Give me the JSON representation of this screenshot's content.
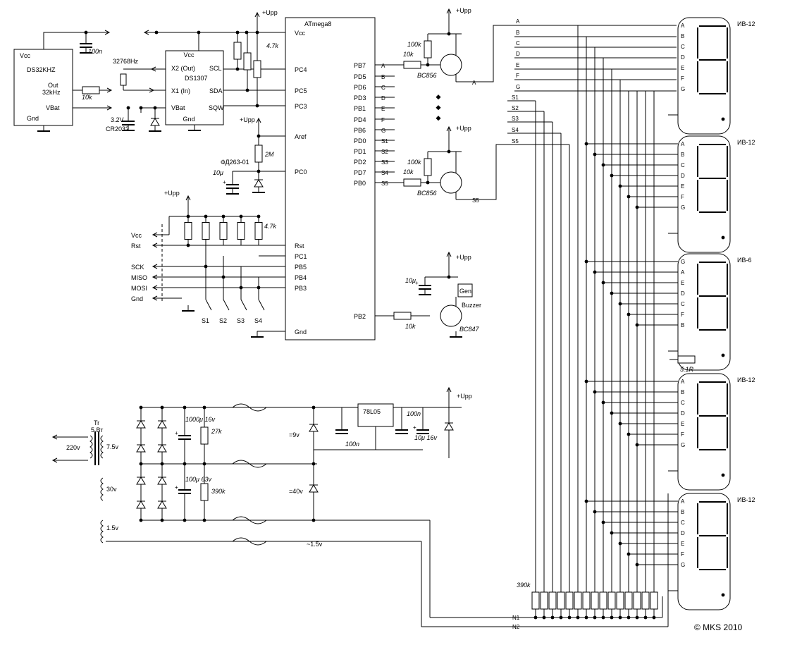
{
  "rtc_osc": {
    "chip": "DS32KHZ",
    "vcc": "Vcc",
    "out": "Out",
    "out2": "32kHz",
    "vbat": "VBat",
    "gnd": "Gnd"
  },
  "rtc": {
    "chip": "DS1307",
    "vcc": "Vcc",
    "x2": "X2 (Out)",
    "x1": "X1 (In)",
    "vbat": "VBat",
    "gnd": "Gnd",
    "scl": "SCL",
    "sda": "SDA",
    "sqw": "SQW"
  },
  "mcu": {
    "chip": "ATmega8",
    "left_pins": [
      "Vcc",
      "PC4",
      "PC5",
      "PC3",
      "Aref",
      "PC0",
      "Rst",
      "PC1",
      "PB5",
      "PB4",
      "PB3",
      "Gnd"
    ],
    "right_pins": [
      "PB7",
      "PD5",
      "PD6",
      "PD3",
      "PB1",
      "PD4",
      "PB6",
      "PD0",
      "PD1",
      "PD2",
      "PD7",
      "PB0",
      "PB2"
    ],
    "right_nets": [
      "A",
      "B",
      "C",
      "D",
      "E",
      "F",
      "G",
      "S1",
      "S2",
      "S3",
      "S4",
      "S5"
    ]
  },
  "labels": {
    "upp": "+Upp",
    "cap100n": "100n",
    "res10k": "10k",
    "res47k": "4.7k",
    "crystal": "32768Hz",
    "battery_v": "3.2V",
    "battery": "CR2032",
    "photo": "ФД263-01",
    "res2m": "2M",
    "cap10u": "10μ",
    "q": "BC856",
    "q_buzz": "BC847",
    "res100k": "100k",
    "gen": "Gen",
    "buzzer": "Buzzer",
    "net_a": "A",
    "net_s5": "S5",
    "res51": "5.1R",
    "res390k": "390k",
    "n1": "N1",
    "n2": "N2",
    "copyright": "© MKS 2010"
  },
  "isp": {
    "pins": [
      "Vcc",
      "Rst",
      "SCK",
      "MISO",
      "MOSI",
      "Gnd"
    ],
    "switches": [
      "S1",
      "S2",
      "S3",
      "S4"
    ]
  },
  "bus": {
    "segments": [
      "A",
      "B",
      "C",
      "D",
      "E",
      "F",
      "G"
    ],
    "scan": [
      "S1",
      "S2",
      "S3",
      "S4",
      "S5"
    ]
  },
  "tubes": [
    {
      "name": "ИВ-12",
      "pins": [
        "A",
        "B",
        "C",
        "D",
        "E",
        "F",
        "G"
      ]
    },
    {
      "name": "ИВ-12",
      "pins": [
        "A",
        "B",
        "C",
        "D",
        "E",
        "F",
        "G"
      ]
    },
    {
      "name": "ИВ-6",
      "pins": [
        "G",
        "A",
        "E",
        "D",
        "C",
        "F",
        "B"
      ]
    },
    {
      "name": "ИВ-12",
      "pins": [
        "A",
        "B",
        "C",
        "D",
        "E",
        "F",
        "G"
      ]
    },
    {
      "name": "ИВ-12",
      "pins": [
        "A",
        "B",
        "C",
        "D",
        "E",
        "F",
        "G"
      ]
    }
  ],
  "psu": {
    "tr": "Tr",
    "tr_power": "5 Вт",
    "mains": "220v",
    "w1": "7.5v",
    "w2": "30v",
    "w3": "1.5v",
    "c1": "1000μ 16v",
    "r1": "27k",
    "c2": "100μ 63v",
    "r2": "390k",
    "v9": "=9v",
    "v40": "=40v",
    "v15": "~1.5v",
    "reg": "78L05",
    "c3": "100n",
    "c4": "100n",
    "c5": "10μ 16v"
  }
}
